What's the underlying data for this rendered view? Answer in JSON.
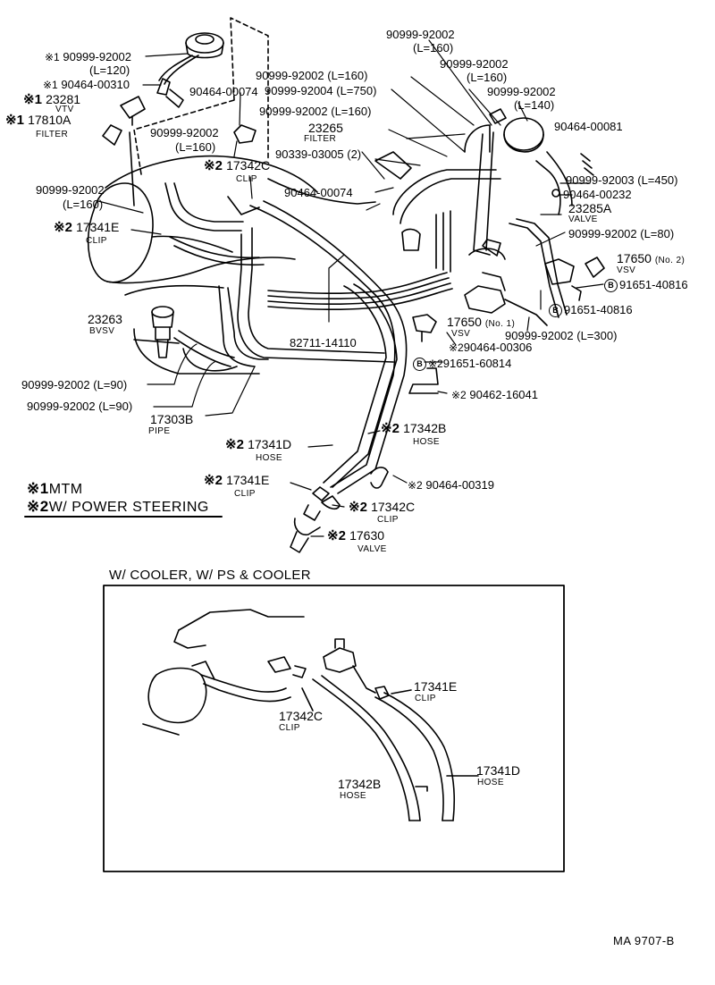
{
  "marks": {
    "m1": "※1",
    "m2": "※2",
    "b": "B"
  },
  "legend": {
    "mtm": "MTM",
    "ps": "W/ POWER STEERING"
  },
  "inset": {
    "title": "W/ COOLER, W/ PS & COOLER"
  },
  "footer": {
    "code": "MA  9707-B"
  },
  "labels": {
    "vtv_pn": "23281",
    "vtv_name": "VTV",
    "filter1_pn": "17810A",
    "filter1_name": "FILTER",
    "hose120_pn": "90999-92002",
    "hose120_len": "(L=120)",
    "p00310": "90464-00310",
    "p00074a": "90464-00074",
    "hose160a_pn": "90999-92002",
    "hose160a_len": "(L=160)",
    "clip342c_top_pn": "17342C",
    "clip342c_top_name": "CLIP",
    "hose160b_pn": "90999-92002",
    "hose160b_len": "(L=160)",
    "clip341e_top_pn": "17341E",
    "clip341e_top_name": "CLIP",
    "top160_pn": "90999-92002",
    "top160_len": "(L=160)",
    "r160_pn": "90999-92002",
    "r160_len": "(L=160)",
    "r140_pn": "90999-92002",
    "r140_len": "(L=140)",
    "c160_line": "90999-92002 (L=160)",
    "c750_line": "90999-92004 (L=750)",
    "c160b_line": "90999-92002 (L=160)",
    "filter2_pn": "23265",
    "filter2_name": "FILTER",
    "p03005": "90339-03005 (2)",
    "p00081": "90464-00081",
    "p00074b": "90464-00074",
    "h450": "90999-92003 (L=450)",
    "p00232": "90464-00232",
    "valve285_pn": "23285A",
    "valve285_name": "VALVE",
    "h80": "90999-92002 (L=80)",
    "vsv2_pn": "17650",
    "vsv2_no": "(No. 2)",
    "vsv2_name": "VSV",
    "p40816a": "91651-40816",
    "p40816b": "91651-40816",
    "bvsv_pn": "23263",
    "bvsv_name": "BVSV",
    "p14110": "82711-14110",
    "vsv1_pn": "17650",
    "vsv1_no": "(No. 1)",
    "vsv1_name": "VSV",
    "h300": "90999-92002 (L=300)",
    "p00306": "90464-00306",
    "p60814": "91651-60814",
    "h90a": "90999-92002 (L=90)",
    "h90b": "90999-92002 (L=90)",
    "p16041": "90462-16041",
    "pipe_pn": "17303B",
    "pipe_name": "PIPE",
    "hose341d_pn": "17341D",
    "hose341d_name": "HOSE",
    "hose342b_pn": "17342B",
    "hose342b_name": "HOSE",
    "clip341e_pn": "17341E",
    "clip341e_name": "CLIP",
    "p00319": "90464-00319",
    "clip342c_pn": "17342C",
    "clip342c_name": "CLIP",
    "valve630_pn": "17630",
    "valve630_name": "VALVE",
    "i_clip341e_pn": "17341E",
    "i_clip341e_name": "CLIP",
    "i_clip342c_pn": "17342C",
    "i_clip342c_name": "CLIP",
    "i_hose342b_pn": "17342B",
    "i_hose342b_name": "HOSE",
    "i_hose341d_pn": "17341D",
    "i_hose341d_name": "HOSE"
  }
}
